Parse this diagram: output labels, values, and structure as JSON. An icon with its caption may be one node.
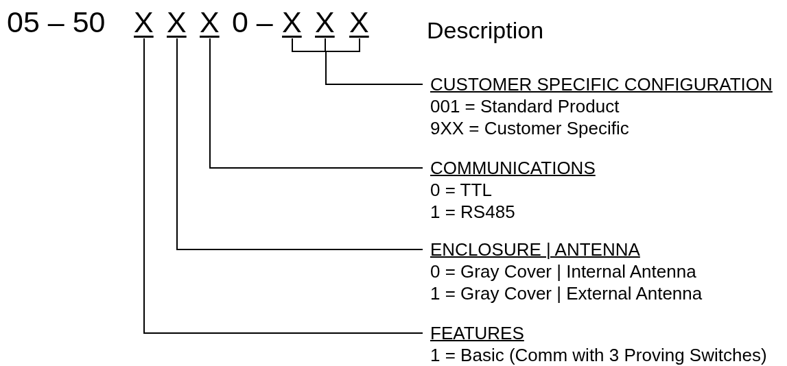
{
  "diagram": {
    "nodes": [
      {
        "text": [
          "X"
        ]
      },
      {
        "text": [
          "X"
        ]
      },
      {
        "text": [
          "X"
        ]
      },
      {
        "text": [
          "X"
        ]
      },
      {
        "text": [
          "X"
        ]
      },
      {
        "text": [
          "X"
        ]
      },
      {
        "text": [
          "CUSTOMER SPECIFIC CONFIGURATION",
          "001 = Standard Product",
          "9XX = Customer Specific"
        ]
      },
      {
        "text": [
          "COMMUNICATIONS",
          "0 = TTL",
          "1 = RS485"
        ]
      },
      {
        "text": [
          "ENCLOSURE | ANTENNA",
          "0 = Gray Cover | Internal Antenna",
          "1 = Gray Cover | External Antenna"
        ]
      },
      {
        "text": [
          "FEATURES",
          "1 = Basic (Comm with 3 Proving Switches)"
        ]
      }
    ],
    "edges": [
      {
        "from": 0,
        "to": 9,
        "arrow": "none"
      },
      {
        "from": 1,
        "to": 8,
        "arrow": "none"
      },
      {
        "from": 2,
        "to": 7,
        "arrow": "none"
      },
      {
        "from": 3,
        "to": 6,
        "arrow": "none"
      },
      {
        "from": 4,
        "to": 6,
        "arrow": "none"
      },
      {
        "from": 5,
        "to": 6,
        "arrow": "none"
      }
    ],
    "labels": [
      "05 – 50",
      "0 –",
      "Description"
    ]
  }
}
